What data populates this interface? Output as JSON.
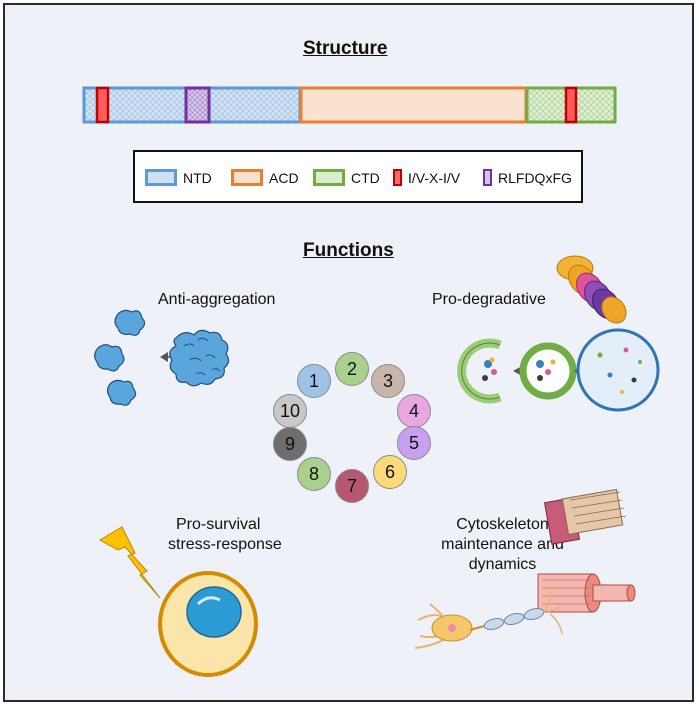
{
  "headings": {
    "structure": "Structure",
    "functions": "Functions"
  },
  "legend": [
    {
      "label": "NTD",
      "color": "#5b9bd5",
      "fill": "#cfe0f3"
    },
    {
      "label": "ACD",
      "color": "#ed7d31",
      "fill": "#fbe2d0"
    },
    {
      "label": "CTD",
      "color": "#70ad47",
      "fill": "#dbedcf"
    },
    {
      "label": "I/V-X-I/V",
      "color": "#c00000",
      "fill": "#ff6b6b"
    },
    {
      "label": "RLFDQxFG",
      "color": "#7030a0",
      "fill": "#d6c1ea"
    }
  ],
  "functions": {
    "anti_aggregation": "Anti-aggregation",
    "pro_degradative": "Pro-degradative",
    "pro_survival_line1": "Pro-survival",
    "pro_survival_line2": "stress-response",
    "cytoskeleton_line1": "Cytoskeleton",
    "cytoskeleton_line2": "maintenance and",
    "cytoskeleton_line3": "dynamics"
  },
  "numbered_circles": [
    {
      "n": "1",
      "color": "#9dc3e6"
    },
    {
      "n": "2",
      "color": "#a9d18e"
    },
    {
      "n": "3",
      "color": "#c9b6ab"
    },
    {
      "n": "4",
      "color": "#e9a6e0"
    },
    {
      "n": "5",
      "color": "#c9a0f0"
    },
    {
      "n": "6",
      "color": "#ffd97a"
    },
    {
      "n": "7",
      "color": "#b5576e"
    },
    {
      "n": "8",
      "color": "#a9d18e"
    },
    {
      "n": "9",
      "color": "#6e6e6e"
    },
    {
      "n": "10",
      "color": "#c8c8c8"
    }
  ]
}
